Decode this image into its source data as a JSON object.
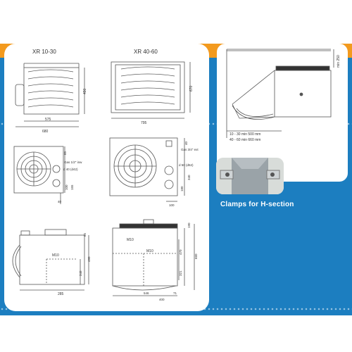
{
  "titles": {
    "small": "XR 10-30",
    "large": "XR 40-60"
  },
  "dims_small_front": {
    "width": "680",
    "inner": "575",
    "height": "490"
  },
  "dims_large_front": {
    "width": "795",
    "height": "670"
  },
  "dims_small_fan": {
    "gas": "Gas 1/2\" inw",
    "d1": "d 40 (d42)",
    "d2": "40",
    "v1": "85",
    "v2": "100",
    "v3": "155"
  },
  "dims_large_fan": {
    "gas": "Gas 3/4\" ext",
    "d1": "d 50 (d52)",
    "v1": "40",
    "v2": "180",
    "v3": "340",
    "h1": "100"
  },
  "dims_small_side": {
    "m10": "M10",
    "h1": "65",
    "h2": "245",
    "h3": "490",
    "w": "285"
  },
  "dims_large_side": {
    "m10a": "M10",
    "m10b": "M10",
    "h1": "190",
    "h2": "470",
    "h3": "321",
    "h4": "660",
    "w1": "546",
    "w2": "400",
    "w3": "71"
  },
  "mount_panel": {
    "dim": "min 250",
    "line1": "10 - 30 min 500 mm",
    "line2": "40 - 60 min 660 mm"
  },
  "clamp_caption": "Clamps for H-section",
  "colors": {
    "orange": "#f39a1e",
    "blue": "#1c7ec0",
    "line": "#555555"
  }
}
